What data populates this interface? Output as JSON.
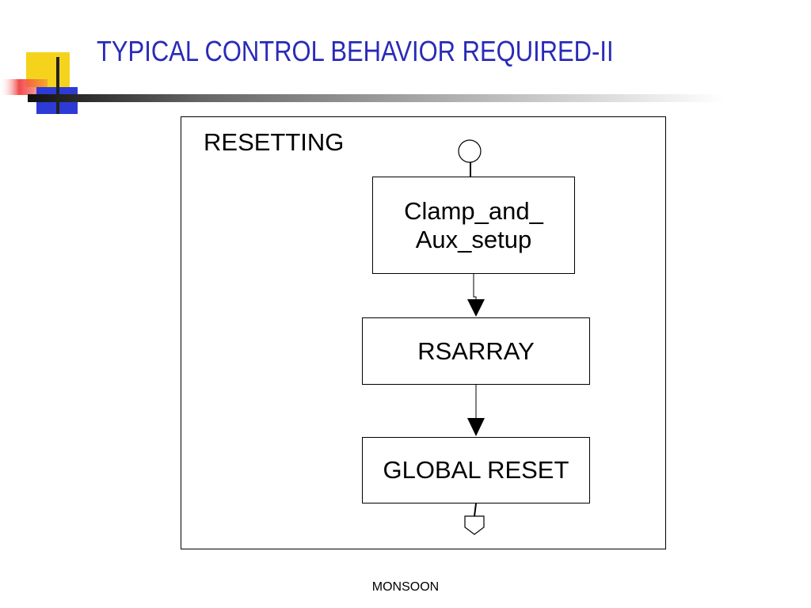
{
  "slide": {
    "title": "TYPICAL  CONTROL BEHAVIOR REQUIRED-II",
    "footer": "MONSOON"
  },
  "diagram": {
    "frame_label": "RESETTING",
    "states": [
      {
        "line1": "Clamp_and_",
        "line2": "Aux_setup"
      },
      {
        "label": "RSARRAY"
      },
      {
        "label": "GLOBAL RESET"
      }
    ],
    "initial_marker": "circle",
    "final_marker": "pentagon"
  },
  "colors": {
    "title": "#2a2ab8",
    "deco_yellow": "#f5d31c",
    "deco_red": "#f24a4a",
    "deco_blue": "#2e3ad6"
  }
}
